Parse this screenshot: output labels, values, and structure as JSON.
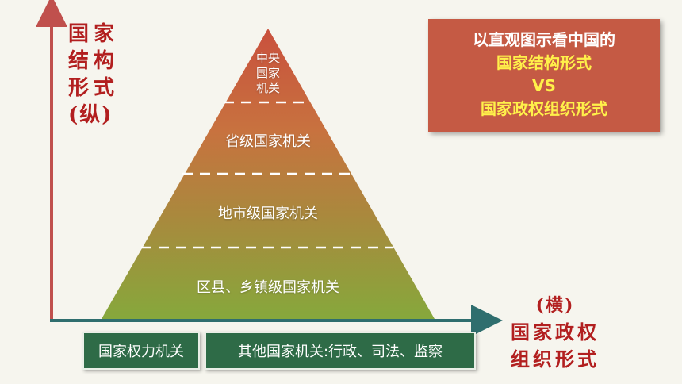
{
  "vertical_axis": {
    "line1": "国家",
    "line2": "结构",
    "line3": "形式",
    "line4": "(纵)"
  },
  "horizontal_axis": {
    "line1": "(横)",
    "line2": "国家政权",
    "line3": "组织形式"
  },
  "title_box": {
    "line1": "以直观图示看中国的",
    "line2": "国家结构形式",
    "line3": "VS",
    "line4": "国家政权组织形式"
  },
  "pyramid": {
    "tiers": [
      {
        "line1": "中央",
        "line2": "国家",
        "line3": "机关"
      },
      {
        "label": "省级国家机关"
      },
      {
        "label": "地市级国家机关"
      },
      {
        "label": "区县、乡镇级国家机关"
      }
    ]
  },
  "bottom_boxes": {
    "left": "国家权力机关",
    "right": "其他国家机关:行政、司法、监察"
  },
  "colors": {
    "axis": "#c0504d",
    "tier_top": "#c9503d",
    "tier_bottom": "#86a83c",
    "title_bg": "#c55a44",
    "title_accent": "#fff14a",
    "box_green": "#2e6b47",
    "label_red": "#b21f1f"
  }
}
